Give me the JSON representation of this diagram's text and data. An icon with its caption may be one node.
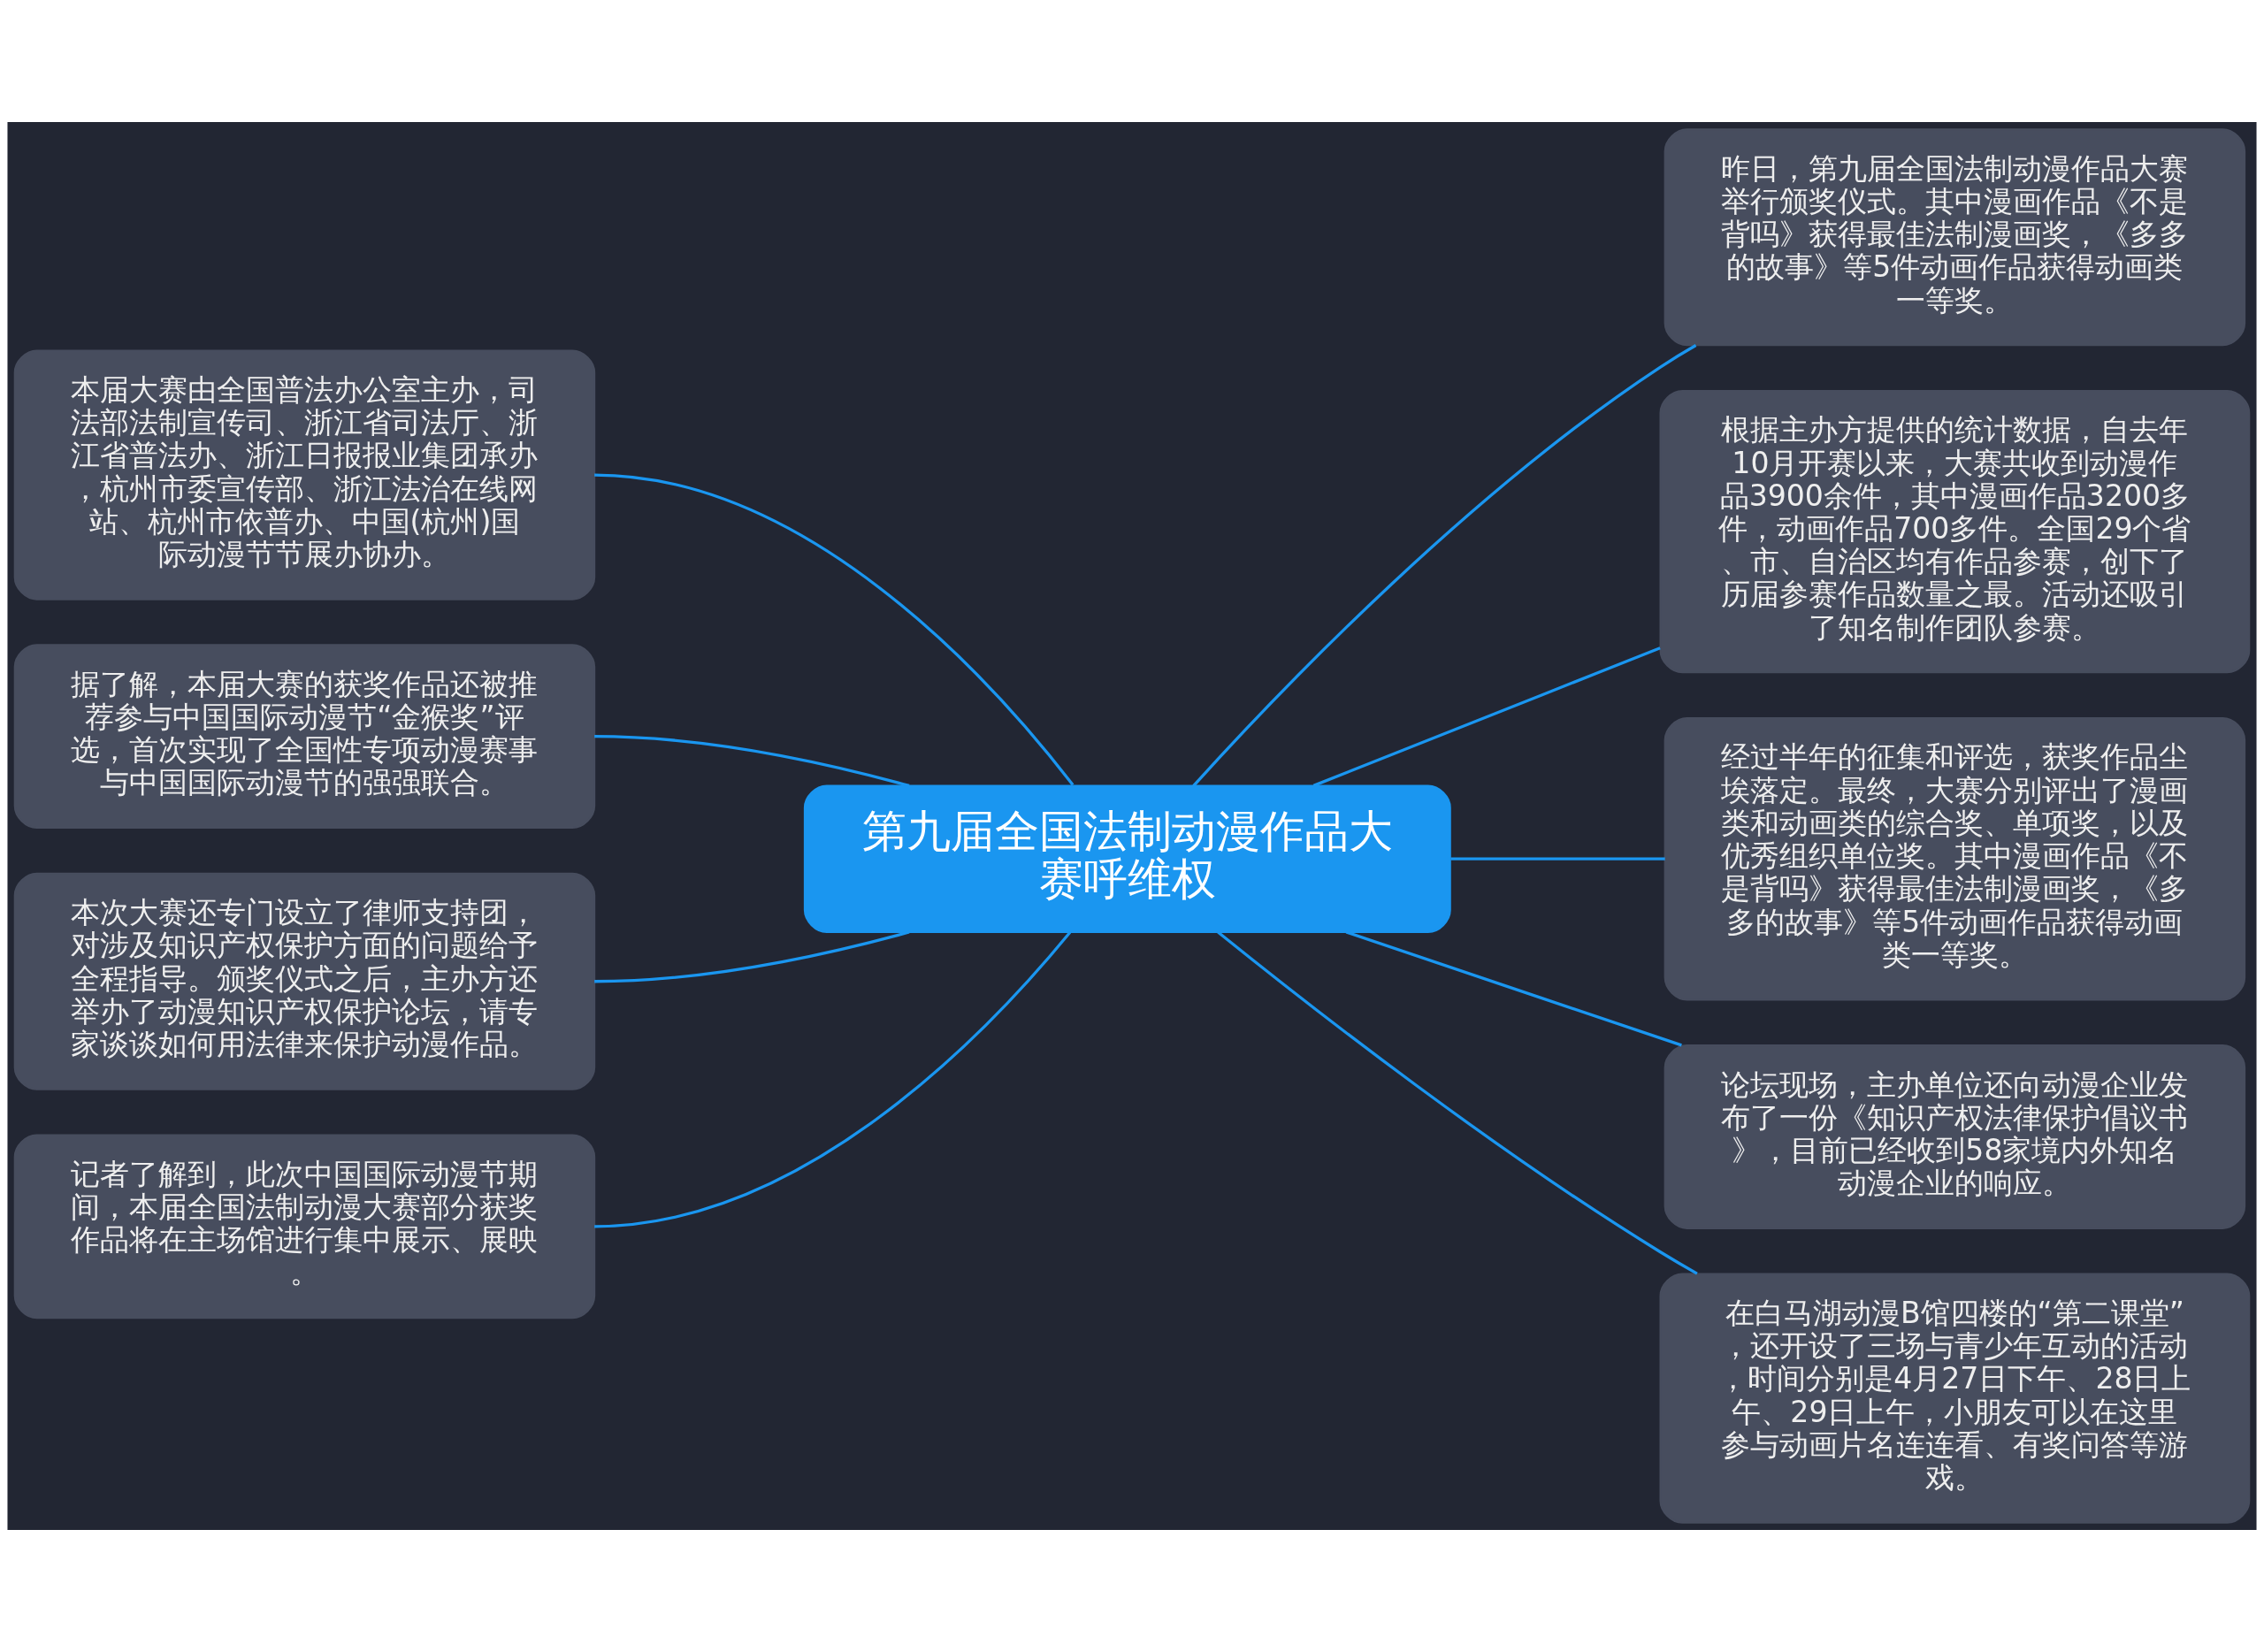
{
  "diagram": {
    "nodes": [
      {
        "text": [
          "第九届全国法制动漫作品大赛呼维权"
        ]
      },
      {
        "text": [
          "本届大赛由全国普法办公室主办，司法部法制宣传司、浙江省司法厅、浙江省普法办、浙江日报报业集团承办，杭州市委宣传部、浙江法治在线网站、杭州市依普办、中国(杭州)国际动漫节节展办协办。"
        ]
      },
      {
        "text": [
          "据了解，本届大赛的获奖作品还被推荐参与中国国际动漫节“金猴奖”评选，首次实现了全国性专项动漫赛事与中国国际动漫节的强强联合。"
        ]
      },
      {
        "text": [
          "本次大赛还专门设立了律师支持团，对涉及知识产权保护方面的问题给予全程指导。颁奖仪式之后，主办方还举办了动漫知识产权保护论坛，请专家谈谈如何用法律来保护动漫作品。"
        ]
      },
      {
        "text": [
          "记者了解到，此次中国国际动漫节期间，本届全国法制动漫大赛部分获奖作品将在主场馆进行集中展示、展映。"
        ]
      },
      {
        "text": [
          "昨日，第九届全国法制动漫作品大赛举行颁奖仪式。其中漫画作品《不是背吗》获得最佳法制漫画奖，《多多的故事》等5件动画作品获得动画类一等奖。"
        ]
      },
      {
        "text": [
          "根据主办方提供的统计数据，自去年10月开赛以来，大赛共收到动漫作品3900余件，其中漫画作品3200多件，动画作品700多件。全国29个省、市、自治区均有作品参赛，创下了历届参赛作品数量之最。活动还吸引了知名制作团队参赛。"
        ]
      },
      {
        "text": [
          "经过半年的征集和评选，获奖作品尘埃落定。最终，大赛分别评出了漫画类和动画类的综合奖、单项奖，以及优秀组织单位奖。其中漫画作品《不是背吗》获得最佳法制漫画奖，《多多的故事》等5件动画作品获得动画类一等奖。"
        ]
      },
      {
        "text": [
          "论坛现场，主办单位还向动漫企业发布了一份《知识产权法律保护倡议书》，目前已经收到58家境内外知名动漫企业的响应。"
        ]
      },
      {
        "text": [
          "在白马湖动漫B馆四楼的“第二课堂”，还开设了三场与青少年互动的活动，时间分别是4月27日下午、28日上午、29日上午，小朋友可以在这里参与动画片名连连看、有奖问答等游戏。"
        ]
      }
    ],
    "edges": [
      {
        "from": 0,
        "to": 1,
        "arrow": "none"
      },
      {
        "from": 0,
        "to": 2,
        "arrow": "none"
      },
      {
        "from": 0,
        "to": 3,
        "arrow": "none"
      },
      {
        "from": 0,
        "to": 4,
        "arrow": "none"
      },
      {
        "from": 0,
        "to": 5,
        "arrow": "none"
      },
      {
        "from": 0,
        "to": 6,
        "arrow": "none"
      },
      {
        "from": 0,
        "to": 7,
        "arrow": "none"
      },
      {
        "from": 0,
        "to": 8,
        "arrow": "none"
      },
      {
        "from": 0,
        "to": 9,
        "arrow": "none"
      }
    ]
  }
}
